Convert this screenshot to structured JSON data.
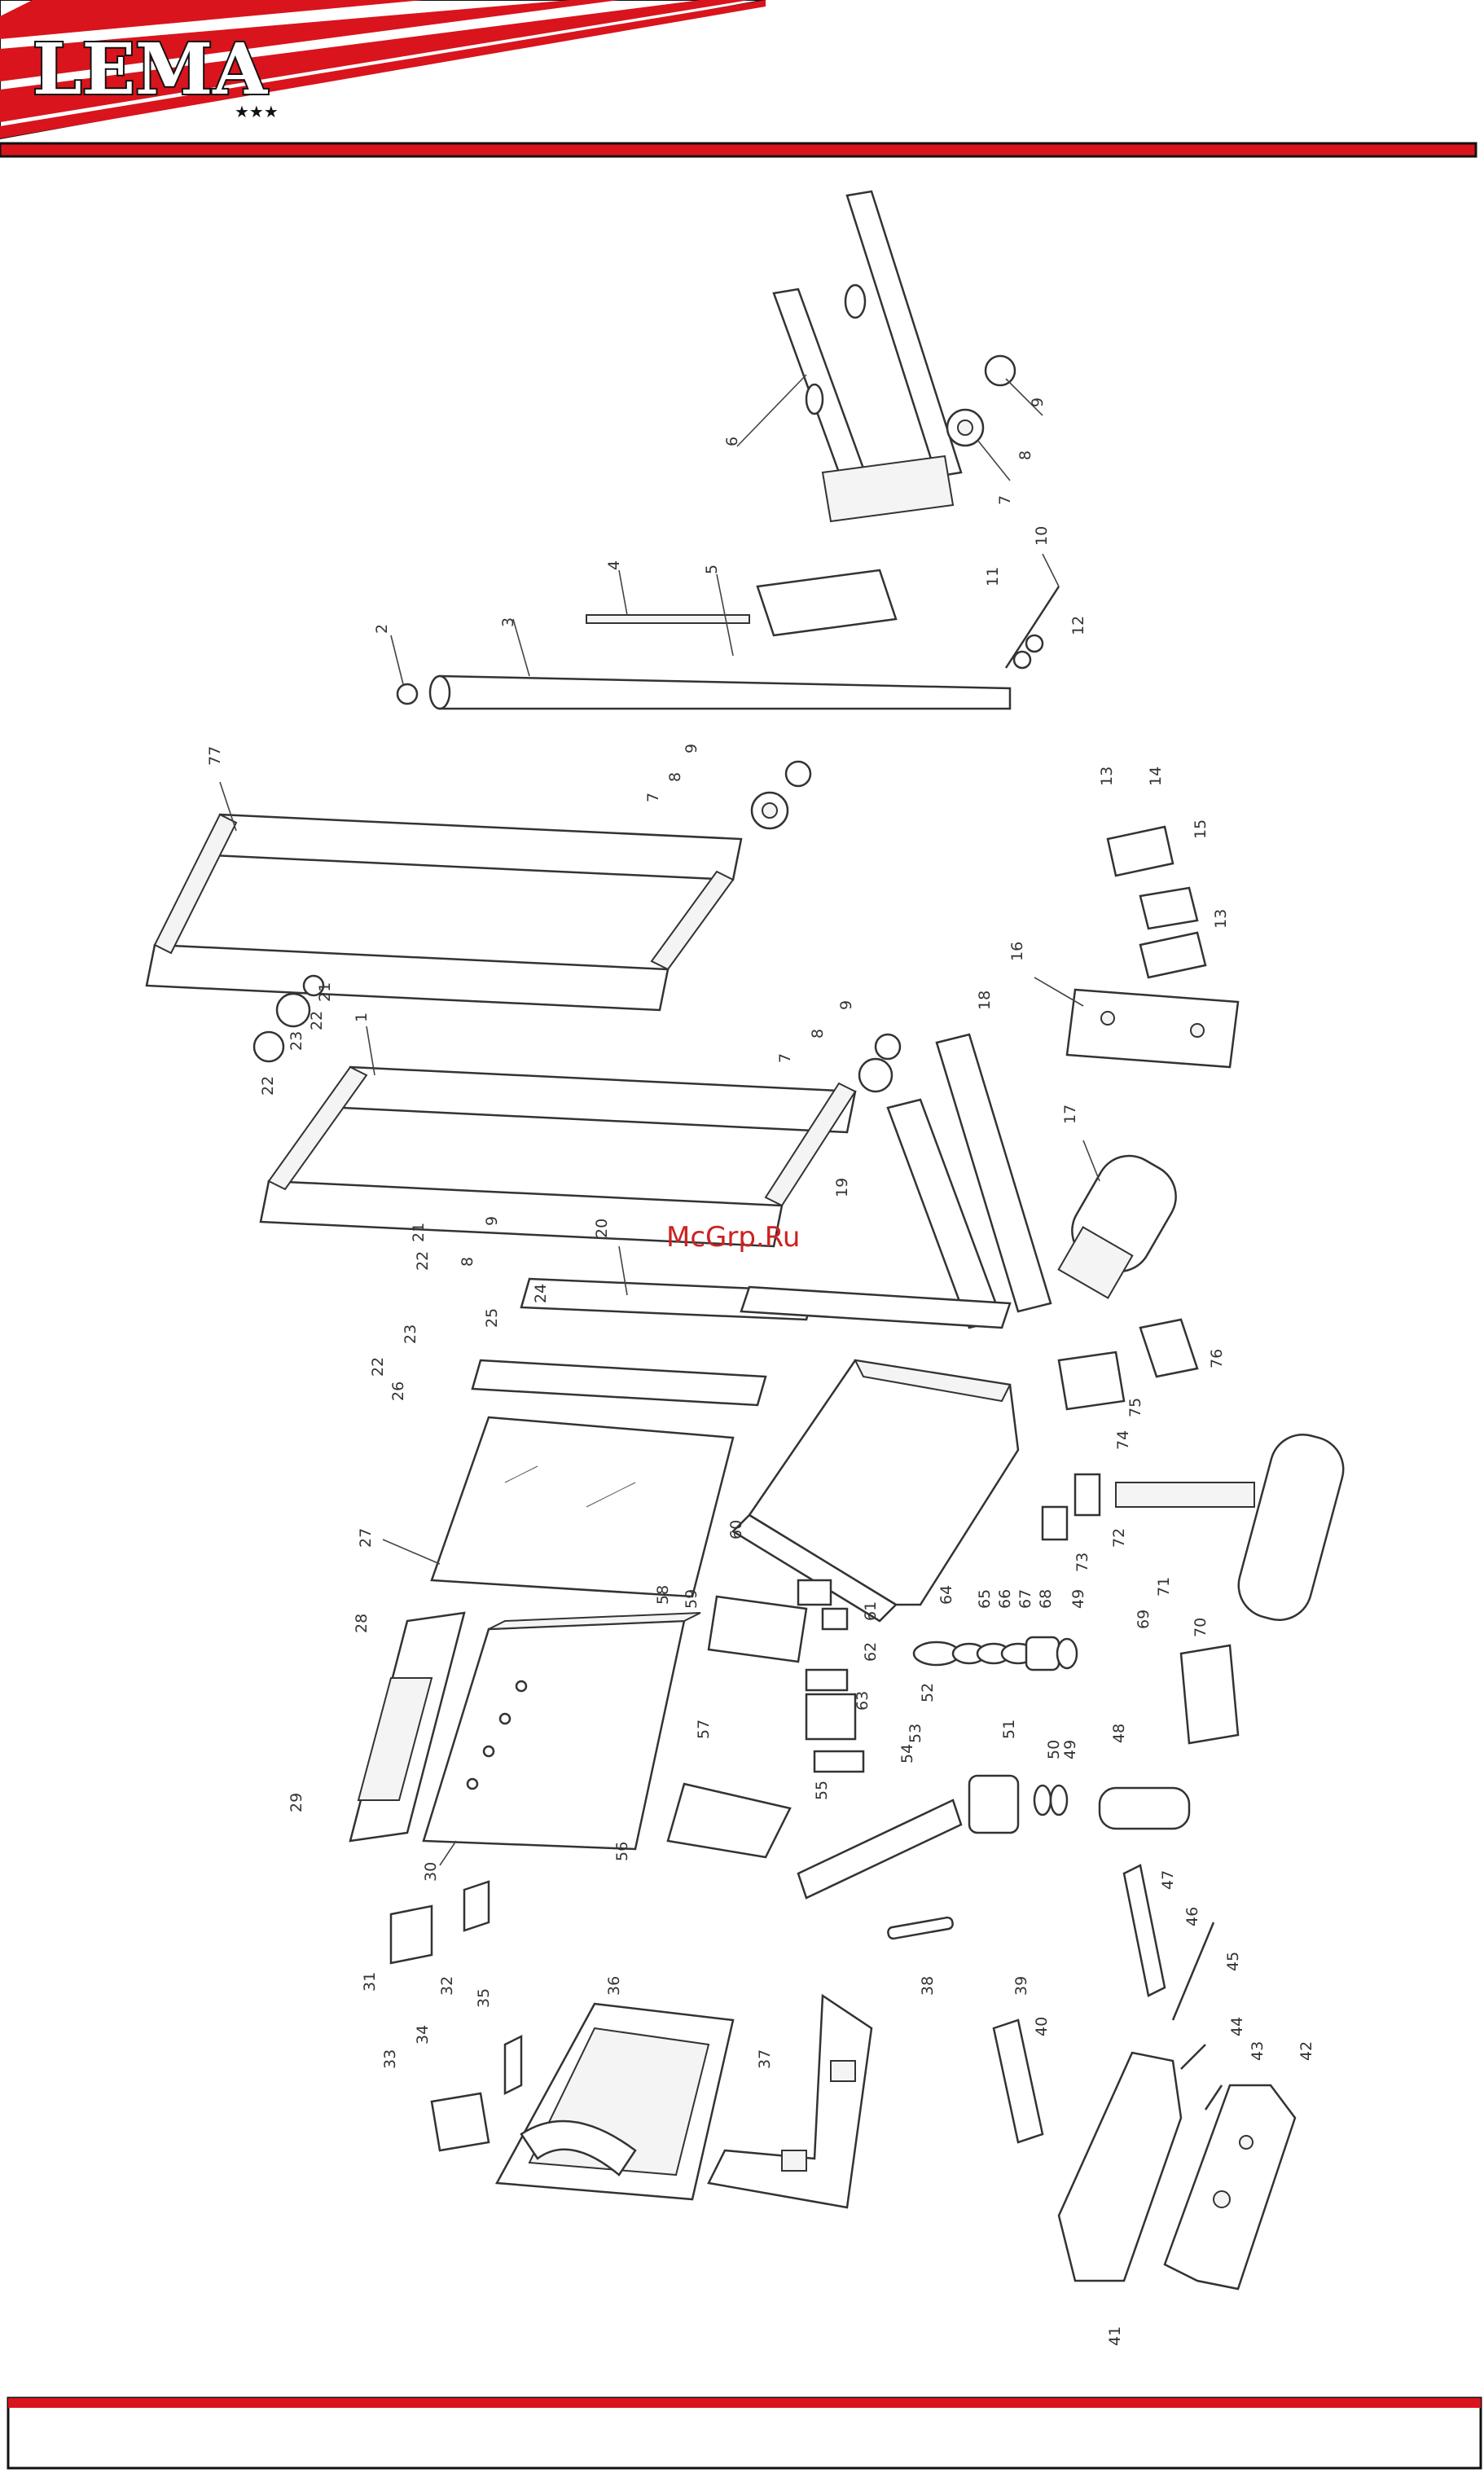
{
  "brand": {
    "logo_text": "LEMA",
    "logo_stars": "★★★",
    "accent_color": "#d9141c",
    "dark_color": "#111111"
  },
  "watermark": "McGrp.Ru",
  "callouts": [
    {
      "id": "p77",
      "label": "77"
    },
    {
      "id": "p2",
      "label": "2"
    },
    {
      "id": "p3",
      "label": "3"
    },
    {
      "id": "p4",
      "label": "4"
    },
    {
      "id": "p5",
      "label": "5"
    },
    {
      "id": "p6",
      "label": "6"
    },
    {
      "id": "p7a",
      "label": "7"
    },
    {
      "id": "p8a",
      "label": "8"
    },
    {
      "id": "p9a",
      "label": "9"
    },
    {
      "id": "p10",
      "label": "10"
    },
    {
      "id": "p11",
      "label": "11"
    },
    {
      "id": "p12",
      "label": "12"
    },
    {
      "id": "p7b",
      "label": "7"
    },
    {
      "id": "p8b",
      "label": "8"
    },
    {
      "id": "p9b",
      "label": "9"
    },
    {
      "id": "p13a",
      "label": "13"
    },
    {
      "id": "p14",
      "label": "14"
    },
    {
      "id": "p15",
      "label": "15"
    },
    {
      "id": "p13b",
      "label": "13"
    },
    {
      "id": "p16",
      "label": "16"
    },
    {
      "id": "p1",
      "label": "1"
    },
    {
      "id": "p21a",
      "label": "21"
    },
    {
      "id": "p22a",
      "label": "22"
    },
    {
      "id": "p23a",
      "label": "23"
    },
    {
      "id": "p22b",
      "label": "22"
    },
    {
      "id": "p9c",
      "label": "9"
    },
    {
      "id": "p8c",
      "label": "8"
    },
    {
      "id": "p7c",
      "label": "7"
    },
    {
      "id": "p18",
      "label": "18"
    },
    {
      "id": "p17",
      "label": "17"
    },
    {
      "id": "p19",
      "label": "19"
    },
    {
      "id": "p20",
      "label": "20"
    },
    {
      "id": "p21b",
      "label": "21"
    },
    {
      "id": "p22c",
      "label": "22"
    },
    {
      "id": "p23b",
      "label": "23"
    },
    {
      "id": "p22d",
      "label": "22"
    },
    {
      "id": "p9d",
      "label": "9"
    },
    {
      "id": "p8d",
      "label": "8"
    },
    {
      "id": "p24",
      "label": "24"
    },
    {
      "id": "p25",
      "label": "25"
    },
    {
      "id": "p26",
      "label": "26"
    },
    {
      "id": "p76",
      "label": "76"
    },
    {
      "id": "p75",
      "label": "75"
    },
    {
      "id": "p74",
      "label": "74"
    },
    {
      "id": "p27",
      "label": "27"
    },
    {
      "id": "p72",
      "label": "72"
    },
    {
      "id": "p73",
      "label": "73"
    },
    {
      "id": "p71",
      "label": "71"
    },
    {
      "id": "p70",
      "label": "70"
    },
    {
      "id": "p60",
      "label": "60"
    },
    {
      "id": "p61",
      "label": "61"
    },
    {
      "id": "p58",
      "label": "58"
    },
    {
      "id": "p59",
      "label": "59"
    },
    {
      "id": "p62",
      "label": "62"
    },
    {
      "id": "p64",
      "label": "64"
    },
    {
      "id": "p65",
      "label": "65"
    },
    {
      "id": "p66",
      "label": "66"
    },
    {
      "id": "p67",
      "label": "67"
    },
    {
      "id": "p68",
      "label": "68"
    },
    {
      "id": "p49a",
      "label": "49"
    },
    {
      "id": "p69",
      "label": "69"
    },
    {
      "id": "p28",
      "label": "28"
    },
    {
      "id": "p63",
      "label": "63"
    },
    {
      "id": "p57",
      "label": "57"
    },
    {
      "id": "p52",
      "label": "52"
    },
    {
      "id": "p53",
      "label": "53"
    },
    {
      "id": "p51",
      "label": "51"
    },
    {
      "id": "p50",
      "label": "50"
    },
    {
      "id": "p49b",
      "label": "49"
    },
    {
      "id": "p48",
      "label": "48"
    },
    {
      "id": "p54",
      "label": "54"
    },
    {
      "id": "p55",
      "label": "55"
    },
    {
      "id": "p29",
      "label": "29"
    },
    {
      "id": "p56",
      "label": "56"
    },
    {
      "id": "p30",
      "label": "30"
    },
    {
      "id": "p47",
      "label": "47"
    },
    {
      "id": "p46",
      "label": "46"
    },
    {
      "id": "p45",
      "label": "45"
    },
    {
      "id": "p31",
      "label": "31"
    },
    {
      "id": "p32",
      "label": "32"
    },
    {
      "id": "p36",
      "label": "36"
    },
    {
      "id": "p35",
      "label": "35"
    },
    {
      "id": "p38",
      "label": "38"
    },
    {
      "id": "p39",
      "label": "39"
    },
    {
      "id": "p40",
      "label": "40"
    },
    {
      "id": "p44",
      "label": "44"
    },
    {
      "id": "p43",
      "label": "43"
    },
    {
      "id": "p34",
      "label": "34"
    },
    {
      "id": "p33",
      "label": "33"
    },
    {
      "id": "p37",
      "label": "37"
    },
    {
      "id": "p42",
      "label": "42"
    },
    {
      "id": "p41",
      "label": "41"
    }
  ]
}
